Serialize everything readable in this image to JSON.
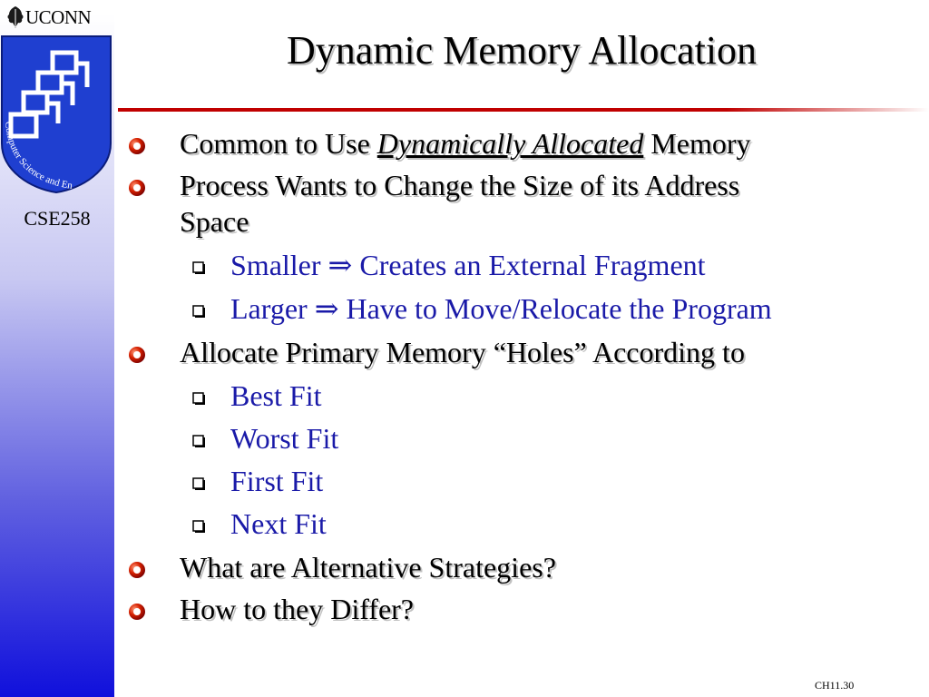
{
  "logo": {
    "name": "UCONN",
    "badge_text": "Computer Science and Engineering"
  },
  "course": "CSE258",
  "title": "Dynamic Memory Allocation",
  "bullets": [
    {
      "pre": "Common to Use ",
      "em": "Dynamically Allocated",
      "post": " Memory"
    },
    {
      "line1": "Process Wants to Change the Size of its Address",
      "line2": "Space"
    },
    {
      "text": "Allocate Primary Memory “Holes” According to"
    },
    {
      "text": "What are Alternative Strategies?"
    },
    {
      "text": "How to they Differ?"
    }
  ],
  "sub_resize": [
    {
      "text": "Smaller ⇒ Creates an External Fragment"
    },
    {
      "text": "Larger ⇒ Have to Move/Relocate the Program"
    }
  ],
  "sub_fit": [
    {
      "text": "Best Fit"
    },
    {
      "text": "Worst Fit"
    },
    {
      "text": "First Fit"
    },
    {
      "text": "Next Fit"
    }
  ],
  "footer": "CH11.30",
  "colors": {
    "accent_red": "#c00000",
    "sub_text": "#1a1aa8",
    "sidebar_blue": "#1010dc"
  },
  "icons": {
    "logo": "oak-leaf-icon",
    "bullet_main": "red-sphere-bullet-icon",
    "bullet_sub": "hollow-square-bullet-icon",
    "badge": "networked-computers-icon"
  }
}
